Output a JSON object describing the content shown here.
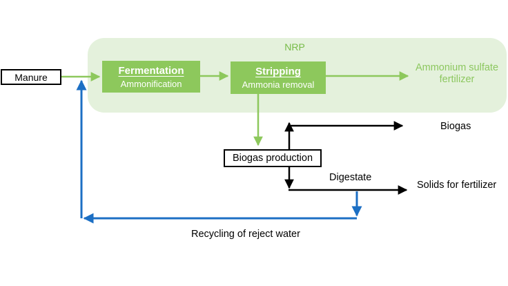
{
  "diagram": {
    "title_none_visible": "",
    "colors": {
      "background": "#ffffff",
      "green_box_fill": "#8dc85c",
      "nrp_container_fill": "#e4f1dc",
      "nrp_text_green": "#76bb47",
      "output_text_green": "#8cc75f",
      "recycle_blue": "#1c6fc4",
      "line_black": "#000000",
      "box_text_white": "#ffffff"
    },
    "nrp": {
      "label": "NRP"
    },
    "nodes": {
      "manure": {
        "label": "Manure"
      },
      "fermentation": {
        "title": "Fermentation",
        "subtitle": "Ammonification"
      },
      "stripping": {
        "title": "Stripping",
        "subtitle": "Ammonia removal"
      },
      "biogas_production": {
        "label": "Biogas production"
      }
    },
    "labels": {
      "ammonium": "Ammonium sulfate fertilizer",
      "biogas": "Biogas",
      "digestate": "Digestate",
      "solids": "Solids for fertilizer",
      "recycling": "Recycling of reject water"
    },
    "edges": [
      {
        "name": "manure-to-fermentation",
        "color": "green"
      },
      {
        "name": "fermentation-to-stripping",
        "color": "green"
      },
      {
        "name": "stripping-to-ammonium-sulfate",
        "color": "green"
      },
      {
        "name": "stripping-to-biogas-production",
        "color": "green"
      },
      {
        "name": "biogas-production-to-biogas",
        "color": "black"
      },
      {
        "name": "biogas-production-to-digestate-solids",
        "color": "black"
      },
      {
        "name": "digestate-to-reject-water",
        "color": "blue"
      },
      {
        "name": "reject-water-recycle-to-manure-line",
        "color": "blue"
      }
    ]
  }
}
